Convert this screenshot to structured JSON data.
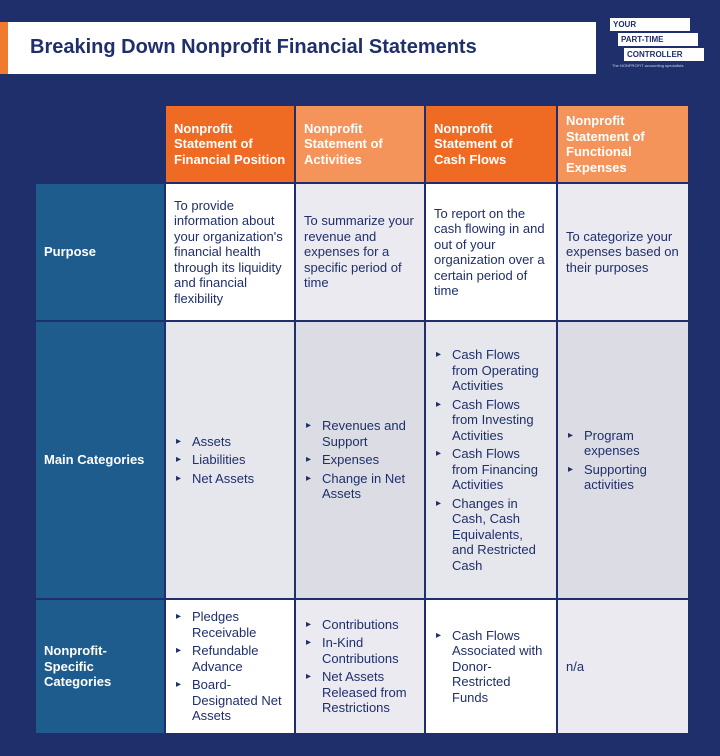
{
  "title": "Breaking Down Nonprofit Financial Statements",
  "logo": {
    "line1": "YOUR",
    "line2": "PART-TIME",
    "line3": "CONTROLLER",
    "tagline": "The NONPROFIT accounting specialists"
  },
  "columns": [
    "Nonprofit Statement of Financial Position",
    "Nonprofit Statement of Activities",
    "Nonprofit Statement of Cash Flows",
    "Nonprofit Statement of Functional Expenses"
  ],
  "rows": [
    {
      "label": "Purpose",
      "cells": [
        "To provide information about your organization's financial health through its liquidity and financial flexibility",
        "To summarize your revenue and expenses for a specific period of time",
        "To report on the cash flowing in and out of your organization over a certain period of time",
        "To categorize your expenses based on their purposes"
      ]
    },
    {
      "label": "Main Categories",
      "lists": [
        [
          "Assets",
          "Liabilities",
          "Net Assets"
        ],
        [
          "Revenues and Support",
          "Expenses",
          "Change in Net Assets"
        ],
        [
          "Cash Flows from Operating Activities",
          "Cash Flows from Investing Activities",
          "Cash Flows from Financing Activities",
          "Changes in Cash, Cash Equivalents, and Restricted Cash"
        ],
        [
          "Program expenses",
          "Supporting activities"
        ]
      ]
    },
    {
      "label": "Nonprofit-Specific Categories",
      "lists": [
        [
          "Pledges Receivable",
          "Refundable Advance",
          "Board-Designated Net Assets"
        ],
        [
          "Contributions",
          "In-Kind Contributions",
          "Net Assets Released from Restrictions"
        ],
        [
          "Cash Flows Associated with Donor-Restricted Funds"
        ]
      ],
      "text4": "n/a"
    }
  ]
}
